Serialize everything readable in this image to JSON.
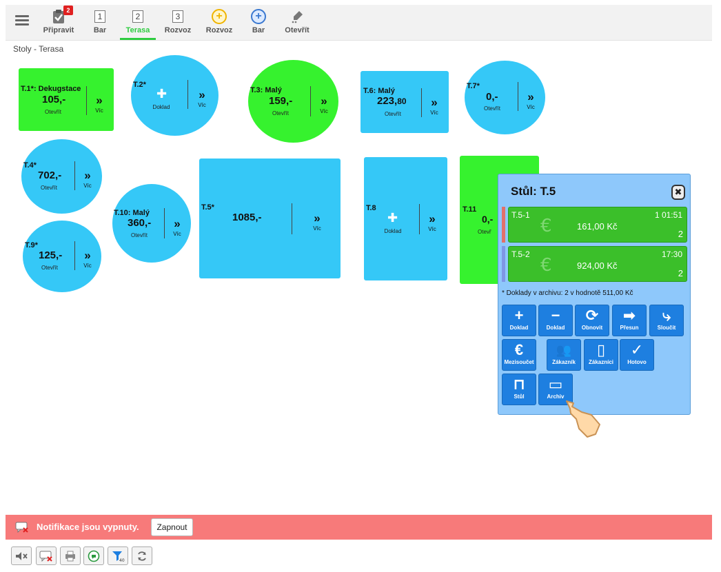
{
  "toolbar": {
    "prepare_label": "Připravit",
    "prepare_badge": "2",
    "tabs": [
      {
        "icon": "1",
        "label": "Bar"
      },
      {
        "icon": "2",
        "label": "Terasa"
      },
      {
        "icon": "3",
        "label": "Rozvoz"
      }
    ],
    "actions": [
      {
        "icon": "+",
        "label": "Rozvoz"
      },
      {
        "icon": "+",
        "label": "Bar"
      },
      {
        "label": "Otevřít"
      }
    ]
  },
  "breadcrumb": "Stoly - Terasa",
  "tables": {
    "t1": {
      "name": "T.1*: Dekugstace",
      "amount": "105,-",
      "action": "Otevřít",
      "more": "Víc"
    },
    "t2": {
      "name": "T.2*",
      "action": "Doklad",
      "more": "Víc"
    },
    "t3": {
      "name": "T.3: Malý",
      "amount": "159,-",
      "action": "Otevřít",
      "more": "Víc"
    },
    "t6": {
      "name": "T.6: Malý",
      "amount_main": "223,",
      "amount_dec": "80",
      "action": "Otevřít",
      "more": "Víc"
    },
    "t7": {
      "name": "T.7*",
      "amount": "0,-",
      "action": "Otevřít",
      "more": "Víc"
    },
    "t4": {
      "name": "T.4*",
      "amount": "702,-",
      "action": "Otevřít",
      "more": "Víc"
    },
    "t10": {
      "name": "T.10: Malý",
      "amount": "360,-",
      "action": "Otevřít",
      "more": "Víc"
    },
    "t5": {
      "name": "T.5*",
      "amount": "1085,-",
      "more": "Víc"
    },
    "t8": {
      "name": "T.8",
      "action": "Doklad",
      "more": "Víc"
    },
    "t11": {
      "name": "T.11",
      "amount": "0,-",
      "action": "Otevř"
    },
    "t9": {
      "name": "T.9*",
      "amount": "125,-",
      "action": "Otevřít",
      "more": "Víc"
    },
    "chevron": "»",
    "plus": "✚"
  },
  "popup": {
    "title": "Stůl: T.5",
    "close": "✖",
    "bills": [
      {
        "name": "T.5-1",
        "time": "1 01:51",
        "amount": "161,00 Kč",
        "count": "2",
        "stripe": "#e2706a"
      },
      {
        "name": "T.5-2",
        "time": "17:30",
        "amount": "924,00 Kč",
        "count": "2",
        "stripe": "#7f97e6"
      }
    ],
    "euro": "€",
    "archive_note": "* Doklady v archivu: 2 v hodnotě 511,00 Kč",
    "buttons": {
      "add_doc": {
        "icon": "+",
        "label": "Doklad"
      },
      "remove_doc": {
        "icon": "−",
        "label": "Doklad"
      },
      "refresh": {
        "icon": "⟳",
        "label": "Obnovit"
      },
      "move": {
        "icon": "➡",
        "label": "Přesun"
      },
      "merge": {
        "icon": "⤷",
        "label": "Sloučit"
      },
      "subtotal": {
        "icon": "€",
        "label": "Mezisoučet"
      },
      "customer": {
        "icon": "👥",
        "label": "Zákazník"
      },
      "customers": {
        "icon": "▯",
        "label": "Zákazníci"
      },
      "done": {
        "icon": "✓",
        "label": "Hotovo"
      },
      "table": {
        "icon": "⊓",
        "label": "Stůl"
      },
      "archive": {
        "icon": "▭",
        "label": "Archiv"
      }
    }
  },
  "notification": {
    "text": "Notifikace jsou vypnuty.",
    "button": "Zapnout"
  },
  "colors": {
    "occupied_green": "#36f22e",
    "table_blue": "#35c8f7",
    "popup_bg": "#8ec8fb",
    "action_blue": "#1e7fe0",
    "notify_red": "#f77a7a",
    "active_tab": "#2ecc40"
  }
}
